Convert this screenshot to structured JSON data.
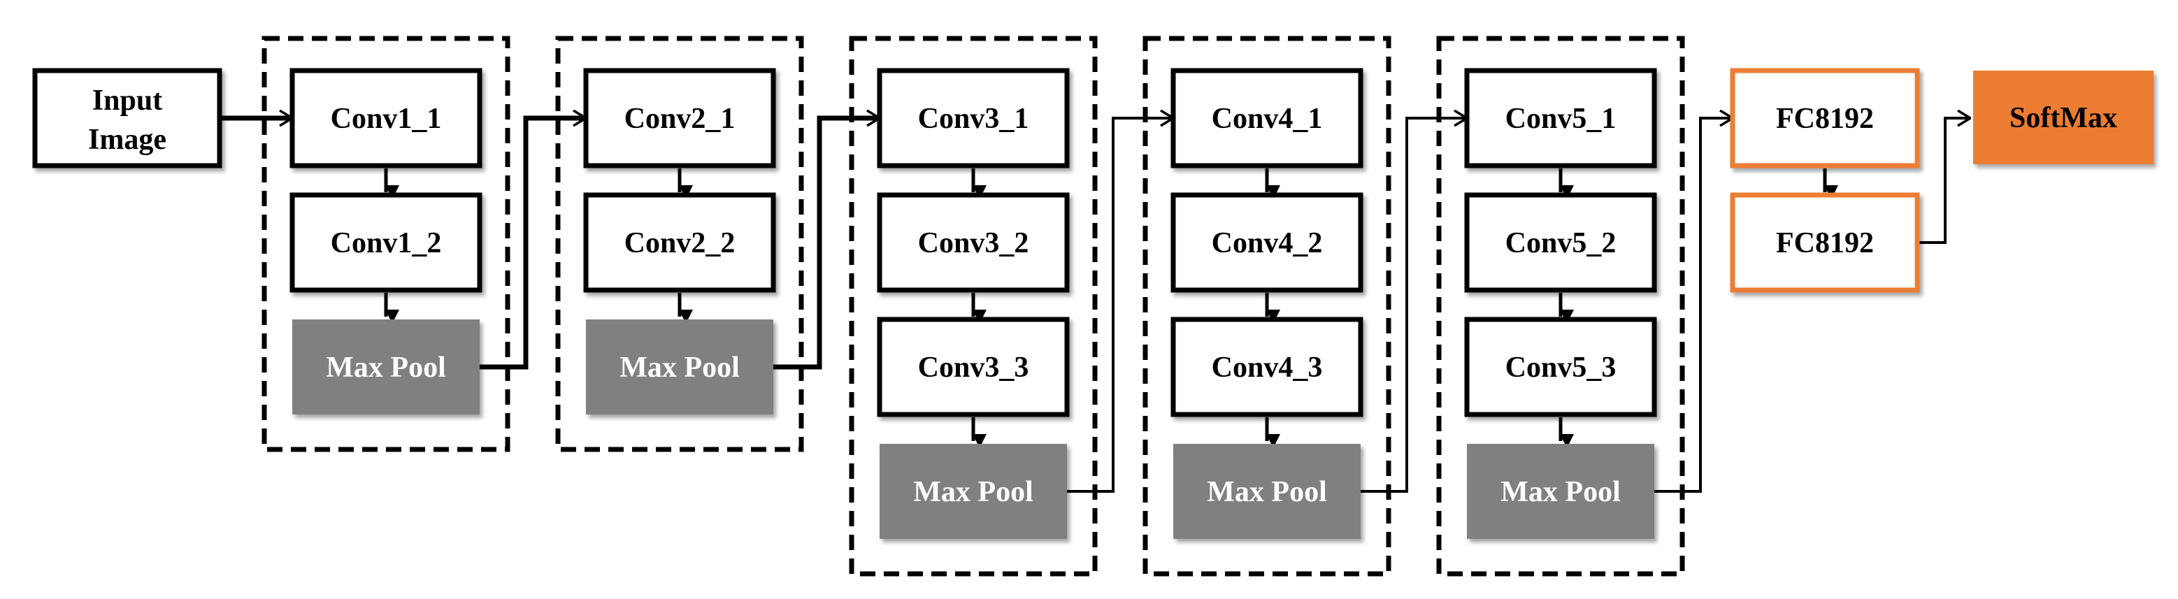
{
  "colors": {
    "conv_fill": "#ffffff",
    "conv_stroke": "#000000",
    "pool_fill": "#808080",
    "pool_text": "#ffffff",
    "fc_stroke": "#ed7d31",
    "softmax_fill": "#ed7d31",
    "arrow": "#000000"
  },
  "input": {
    "line1": "Input",
    "line2": "Image"
  },
  "blocks": [
    {
      "layers": [
        "Conv1_1",
        "Conv1_2"
      ],
      "pool": "Max Pool"
    },
    {
      "layers": [
        "Conv2_1",
        "Conv2_2"
      ],
      "pool": "Max Pool"
    },
    {
      "layers": [
        "Conv3_1",
        "Conv3_2",
        "Conv3_3"
      ],
      "pool": "Max Pool"
    },
    {
      "layers": [
        "Conv4_1",
        "Conv4_2",
        "Conv4_3"
      ],
      "pool": "Max Pool"
    },
    {
      "layers": [
        "Conv5_1",
        "Conv5_2",
        "Conv5_3"
      ],
      "pool": "Max Pool"
    }
  ],
  "fc": [
    "FC8192",
    "FC8192"
  ],
  "output": "SoftMax"
}
